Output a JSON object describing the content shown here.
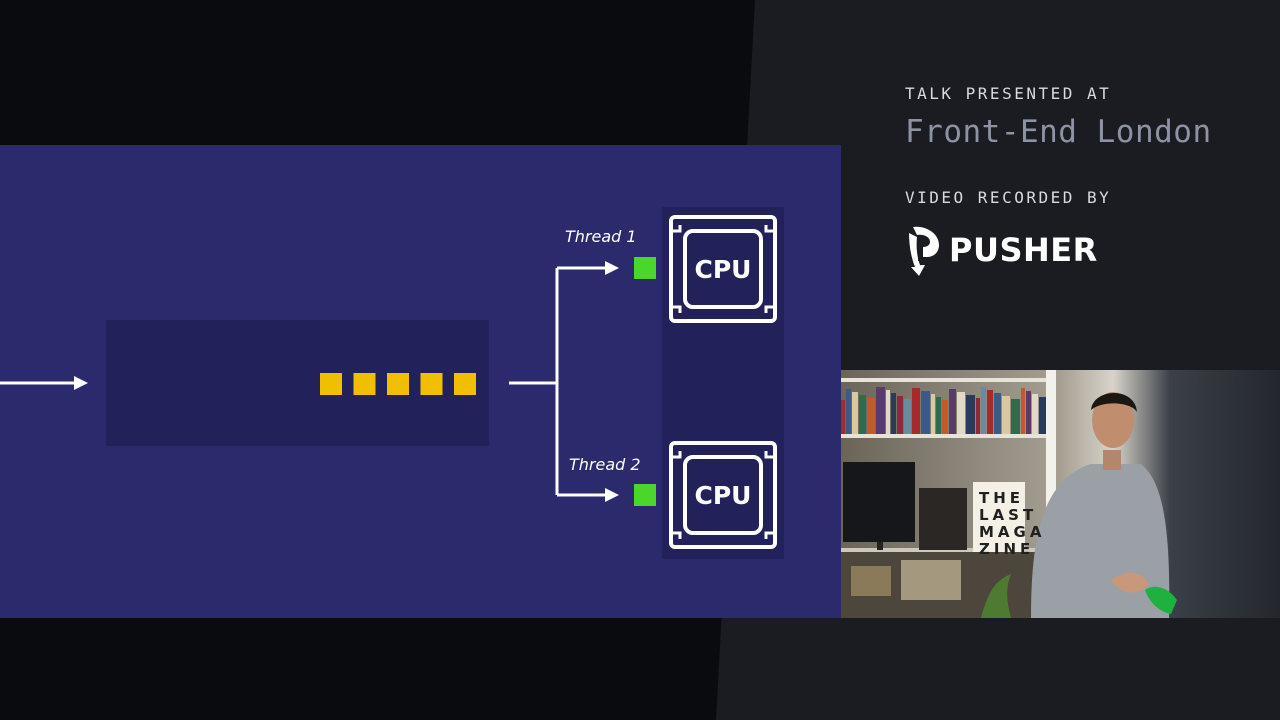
{
  "slide": {
    "thread_1_label": "Thread 1",
    "thread_2_label": "Thread 2",
    "cpu_label": "CPU",
    "queue_item_count_visible": 5
  },
  "event": {
    "presented_at_label": "TALK PRESENTED AT",
    "venue": "Front-End London",
    "recorded_by_label": "VIDEO RECORDED BY",
    "recorder": "PUSHER"
  },
  "camera_feed": {
    "poster_lines": [
      "THE",
      "LAST",
      "MAGA",
      "ZINE"
    ]
  },
  "colors": {
    "slide_bg": "#2b2a6c",
    "queue_bg": "#22215a",
    "queue_item": "#f0c000",
    "thread_item": "#4bd62b",
    "panel_bg": "#1a1c22",
    "venue_text": "#8c93a4"
  }
}
